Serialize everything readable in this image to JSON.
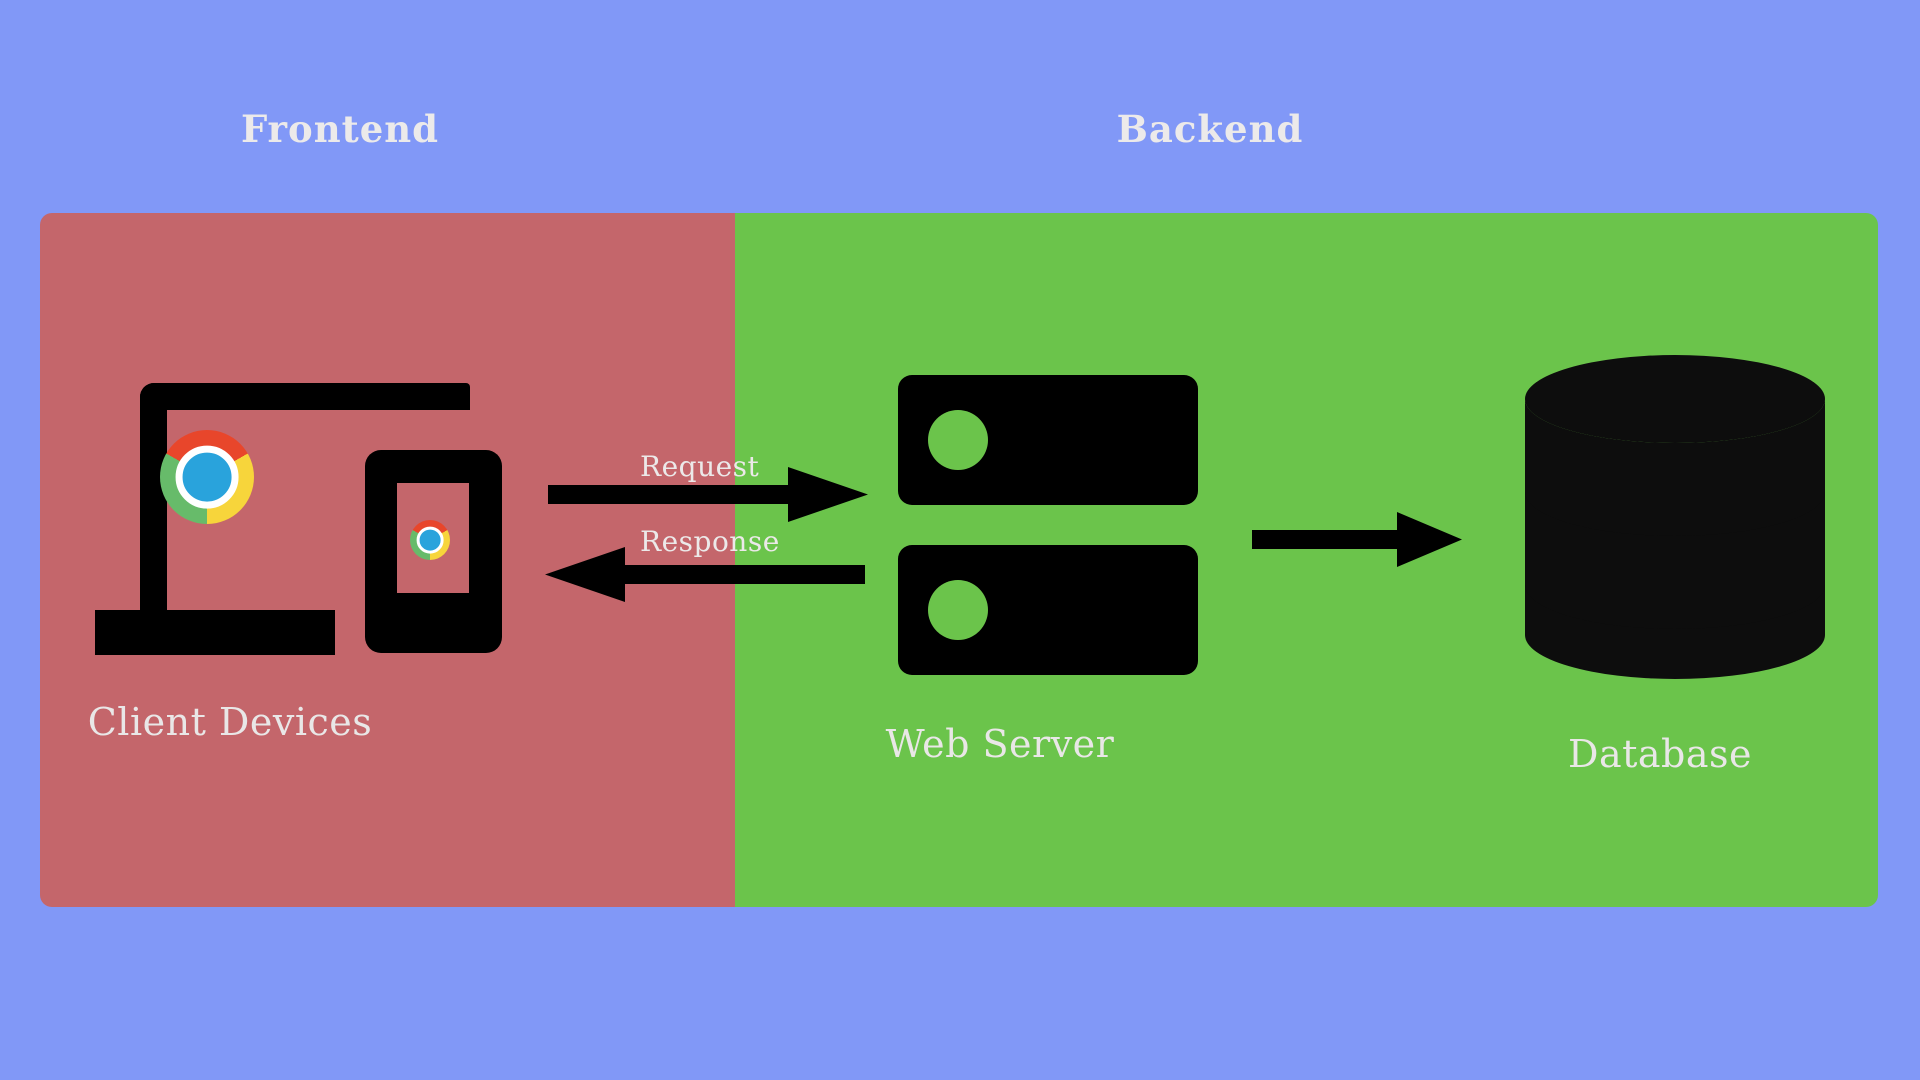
{
  "diagram": {
    "background_color": "#8198f7",
    "sections": [
      {
        "id": "frontend",
        "title": "Frontend",
        "panel_color": "#c4666b"
      },
      {
        "id": "backend",
        "title": "Backend",
        "panel_color": "#6bc44b"
      }
    ],
    "nodes": [
      {
        "id": "client-devices",
        "label": "Client Devices",
        "section": "frontend",
        "icons": [
          "laptop-icon",
          "mobile-phone-icon",
          "chrome-logo-icon"
        ]
      },
      {
        "id": "web-server",
        "label": "Web Server",
        "section": "backend",
        "icons": [
          "server-rack-icon"
        ]
      },
      {
        "id": "database",
        "label": "Database",
        "section": "backend",
        "icons": [
          "database-cylinder-icon"
        ]
      }
    ],
    "connections": [
      {
        "id": "request",
        "label": "Request",
        "from": "client-devices",
        "to": "web-server",
        "direction": "right"
      },
      {
        "id": "response",
        "label": "Response",
        "from": "web-server",
        "to": "client-devices",
        "direction": "left"
      },
      {
        "id": "server-to-database",
        "label": "",
        "from": "web-server",
        "to": "database",
        "direction": "right"
      }
    ],
    "colors": {
      "background": "#8198f7",
      "frontend_panel": "#c4666b",
      "backend_panel": "#6bc44b",
      "icon": "#000000",
      "text": "#ece9e9",
      "chrome_red": "#e8462b",
      "chrome_yellow": "#f7d53b",
      "chrome_green": "#67bb6a",
      "chrome_blue": "#29a3dc"
    }
  }
}
